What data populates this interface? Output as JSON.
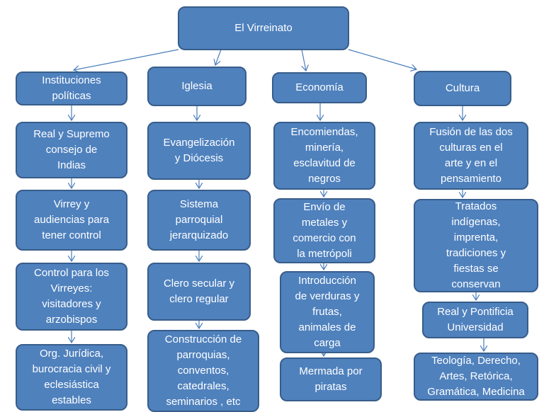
{
  "diagram": {
    "colors": {
      "box_fill": "#4f81bd",
      "box_border": "#385d8a",
      "text": "#ffffff",
      "arrow": "#4a7ebb"
    },
    "root": {
      "label": "El Virreinato"
    },
    "columns": [
      {
        "header": "Instituciones\npolíticas",
        "items": [
          "Real y Supremo\nconsejo de\nIndias",
          "Virrey y\naudiencias para\ntener control",
          "Control para los\nVirreyes:\nvisitadores y\narzobispos",
          "Org. Jurídica,\nburocracia civil y\neclesiástica\nestables"
        ]
      },
      {
        "header": "Iglesia",
        "items": [
          "Evangelización\ny Diócesis",
          "Sistema\nparroquial\njerarquizado",
          "Clero secular y\nclero regular",
          "Construcción de\nparroquias,\nconventos,\ncatedrales,\nseminarios , etc"
        ]
      },
      {
        "header": "Economía",
        "items": [
          "Encomiendas,\nminería,\nesclavitud de\nnegros",
          "Envío de\nmetales y\ncomercio con\nla metrópoli",
          "Introducción\nde verduras y\nfrutas,\nanimales de\ncarga",
          "Mermada por\npiratas"
        ]
      },
      {
        "header": "Cultura",
        "items": [
          "Fusión de las dos\nculturas en el\narte y en el\npensamiento",
          "Tratados\nindígenas,\nimprenta,\ntradiciones y\nfiestas  se\nconservan",
          "Real y Pontificia\nUniversidad",
          "Teología, Derecho,\nArtes, Retórica,\nGramática, Medicina"
        ]
      }
    ]
  }
}
